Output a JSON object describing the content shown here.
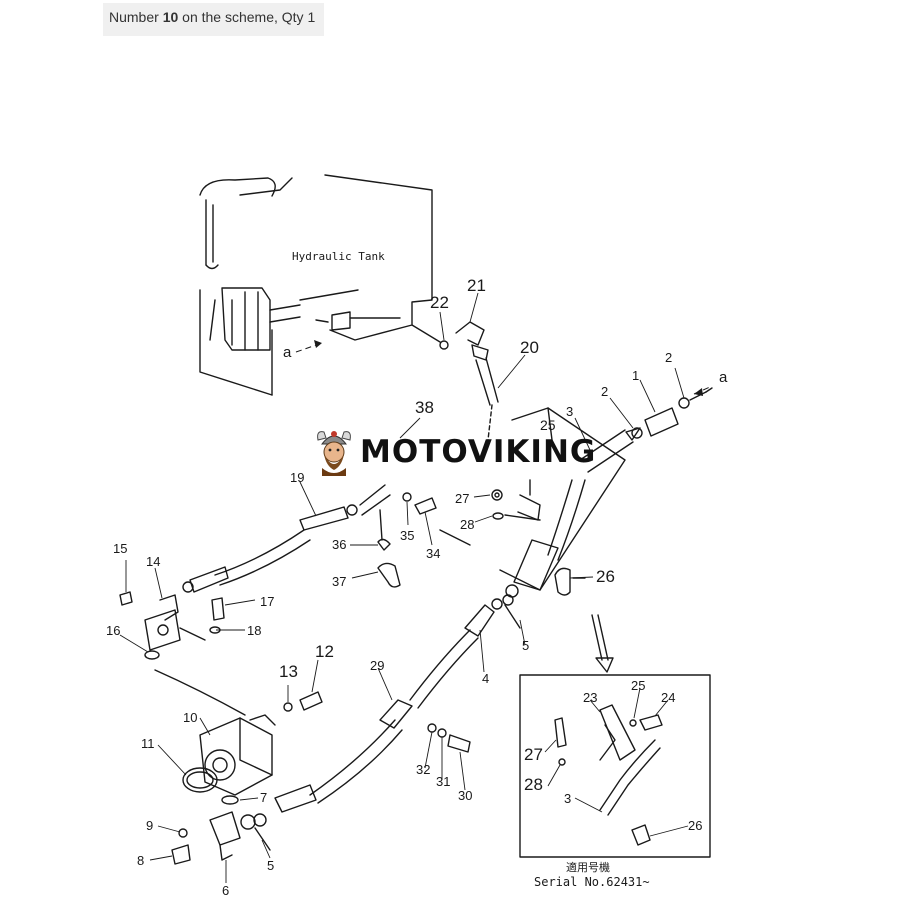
{
  "caption": {
    "prefix": "Number ",
    "number": "10",
    "suffix": " on the scheme, Qty 1"
  },
  "diagram": {
    "tank_label": "Hydraulic Tank",
    "arrow_label_left": "a",
    "arrow_label_right": "a",
    "inset_serial_top": "適用号機",
    "inset_serial": "Serial No.62431~",
    "callouts": [
      {
        "id": "c1",
        "text": "1"
      },
      {
        "id": "c2a",
        "text": "2"
      },
      {
        "id": "c2b",
        "text": "2"
      },
      {
        "id": "c3",
        "text": "3"
      },
      {
        "id": "c4",
        "text": "4"
      },
      {
        "id": "c5a",
        "text": "5"
      },
      {
        "id": "c5b",
        "text": "5"
      },
      {
        "id": "c6",
        "text": "6"
      },
      {
        "id": "c7",
        "text": "7"
      },
      {
        "id": "c8",
        "text": "8"
      },
      {
        "id": "c9",
        "text": "9"
      },
      {
        "id": "c10",
        "text": "10"
      },
      {
        "id": "c11",
        "text": "11"
      },
      {
        "id": "c12",
        "text": "12"
      },
      {
        "id": "c13",
        "text": "13"
      },
      {
        "id": "c14",
        "text": "14"
      },
      {
        "id": "c15",
        "text": "15"
      },
      {
        "id": "c16",
        "text": "16"
      },
      {
        "id": "c17",
        "text": "17"
      },
      {
        "id": "c18",
        "text": "18"
      },
      {
        "id": "c19",
        "text": "19"
      },
      {
        "id": "c20",
        "text": "20"
      },
      {
        "id": "c21",
        "text": "21"
      },
      {
        "id": "c22",
        "text": "22"
      },
      {
        "id": "c25a",
        "text": "25"
      },
      {
        "id": "c26a",
        "text": "26"
      },
      {
        "id": "c27a",
        "text": "27"
      },
      {
        "id": "c28a",
        "text": "28"
      },
      {
        "id": "c29",
        "text": "29"
      },
      {
        "id": "c30",
        "text": "30"
      },
      {
        "id": "c31",
        "text": "31"
      },
      {
        "id": "c32",
        "text": "32"
      },
      {
        "id": "c34",
        "text": "34"
      },
      {
        "id": "c35",
        "text": "35"
      },
      {
        "id": "c36",
        "text": "36"
      },
      {
        "id": "c37",
        "text": "37"
      },
      {
        "id": "c38",
        "text": "38"
      },
      {
        "id": "i23",
        "text": "23"
      },
      {
        "id": "i24",
        "text": "24"
      },
      {
        "id": "i25",
        "text": "25"
      },
      {
        "id": "i26",
        "text": "26"
      },
      {
        "id": "i27",
        "text": "27"
      },
      {
        "id": "i28",
        "text": "28"
      },
      {
        "id": "i3",
        "text": "3"
      }
    ]
  },
  "watermark": {
    "text": "MOTOVIKING",
    "logo_icon": "viking-mascot-icon"
  }
}
